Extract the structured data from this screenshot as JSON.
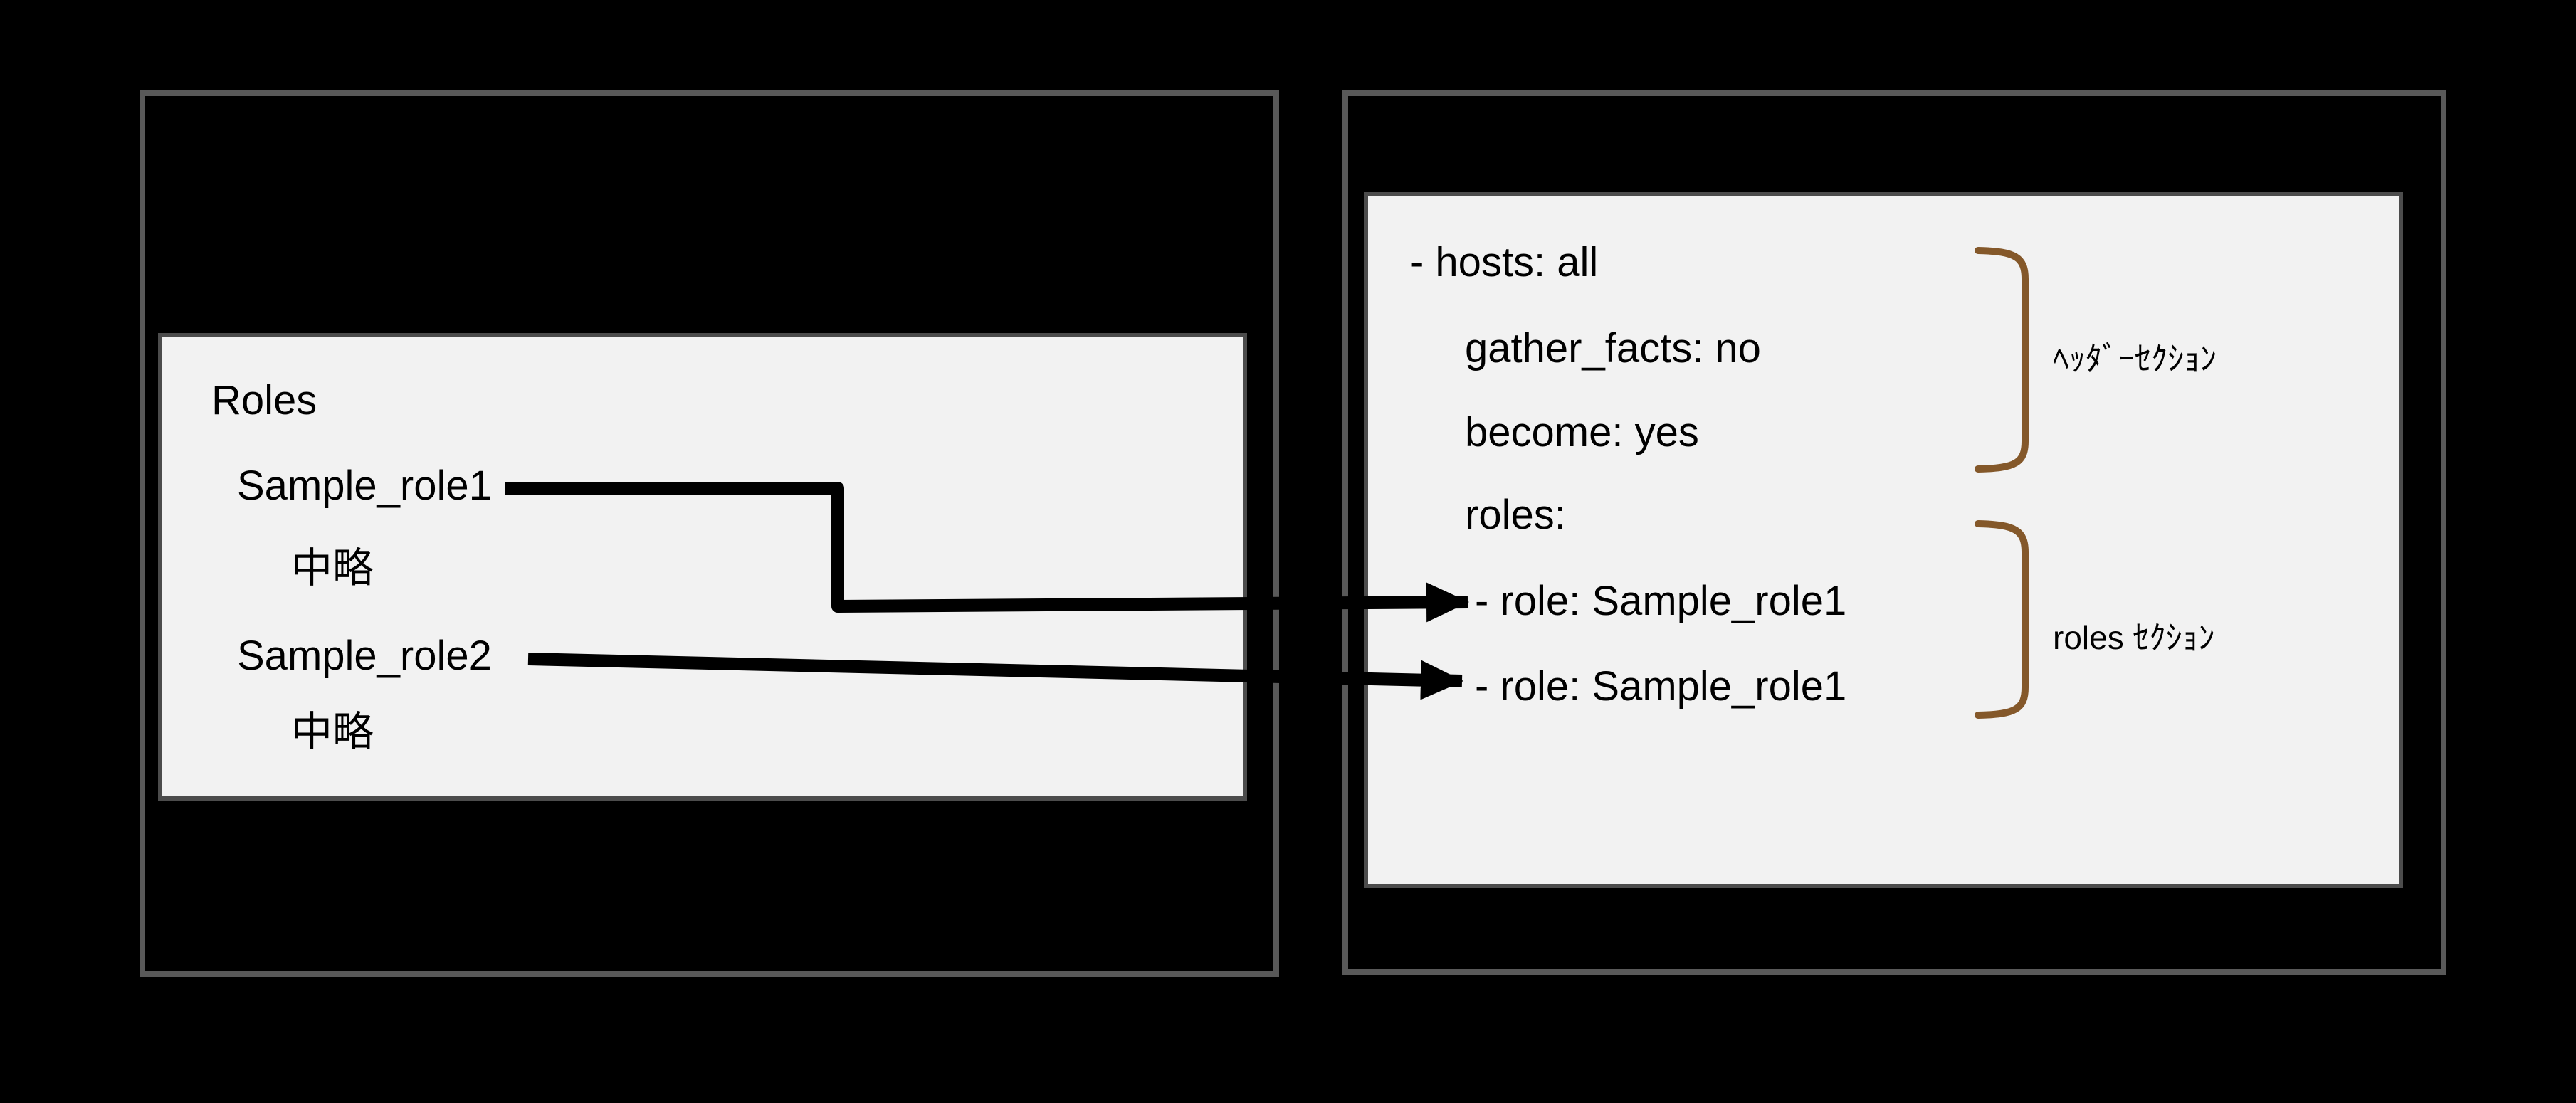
{
  "left": {
    "heading": "Roles",
    "items": [
      {
        "text": "Sample_role1"
      },
      {
        "text": "中略"
      },
      {
        "text": "Sample_role2"
      },
      {
        "text": "中略"
      }
    ]
  },
  "right": {
    "yaml_lines": [
      {
        "text": "- hosts: all"
      },
      {
        "text": "gather_facts: no"
      },
      {
        "text": "become: yes"
      },
      {
        "text": "roles:"
      },
      {
        "text": "- role: Sample_role1"
      },
      {
        "text": "- role: Sample_role1"
      }
    ]
  },
  "annotations": {
    "header_section": "ﾍｯﾀﾞｰｾｸｼｮﾝ",
    "roles_section": "roles ｾｸｼｮﾝ"
  },
  "colors": {
    "background": "#000000",
    "panel_border": "#595959",
    "inner_box_fill": "#F2F2F2",
    "inner_box_border": "#4C4C4C",
    "text": "#000000",
    "arrow": "#000000",
    "bracket": "#84582A"
  }
}
